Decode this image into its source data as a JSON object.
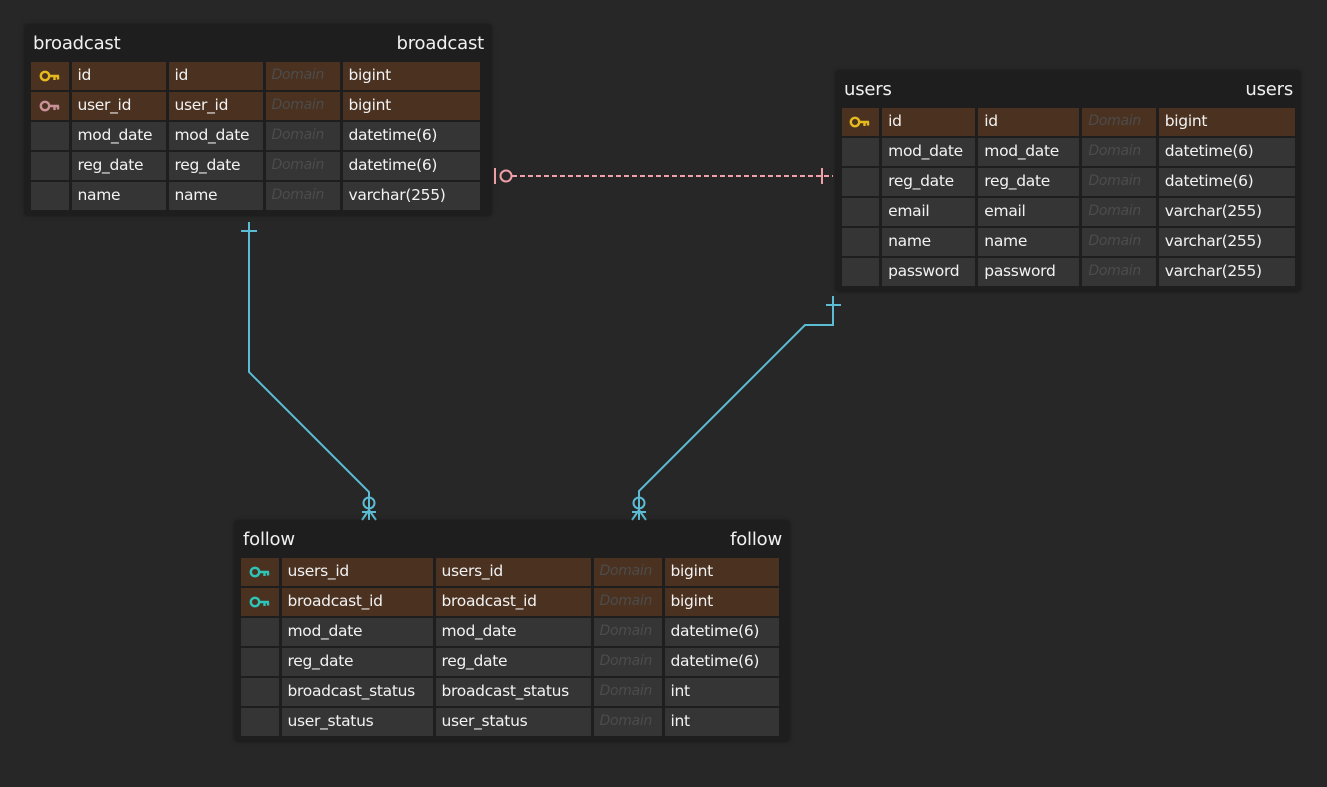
{
  "entities": {
    "broadcast": {
      "name": "broadcast",
      "physical_name": "broadcast",
      "columns": [
        {
          "logical": "id",
          "physical": "id",
          "domain": "Domain",
          "type": "bigint",
          "key": "pk"
        },
        {
          "logical": "user_id",
          "physical": "user_id",
          "domain": "Domain",
          "type": "bigint",
          "key": "fk"
        },
        {
          "logical": "mod_date",
          "physical": "mod_date",
          "domain": "Domain",
          "type": "datetime(6)",
          "key": ""
        },
        {
          "logical": "reg_date",
          "physical": "reg_date",
          "domain": "Domain",
          "type": "datetime(6)",
          "key": ""
        },
        {
          "logical": "name",
          "physical": "name",
          "domain": "Domain",
          "type": "varchar(255)",
          "key": ""
        }
      ]
    },
    "users": {
      "name": "users",
      "physical_name": "users",
      "columns": [
        {
          "logical": "id",
          "physical": "id",
          "domain": "Domain",
          "type": "bigint",
          "key": "pk"
        },
        {
          "logical": "mod_date",
          "physical": "mod_date",
          "domain": "Domain",
          "type": "datetime(6)",
          "key": ""
        },
        {
          "logical": "reg_date",
          "physical": "reg_date",
          "domain": "Domain",
          "type": "datetime(6)",
          "key": ""
        },
        {
          "logical": "email",
          "physical": "email",
          "domain": "Domain",
          "type": "varchar(255)",
          "key": ""
        },
        {
          "logical": "name",
          "physical": "name",
          "domain": "Domain",
          "type": "varchar(255)",
          "key": ""
        },
        {
          "logical": "password",
          "physical": "password",
          "domain": "Domain",
          "type": "varchar(255)",
          "key": ""
        }
      ]
    },
    "follow": {
      "name": "follow",
      "physical_name": "follow",
      "columns": [
        {
          "logical": "users_id",
          "physical": "users_id",
          "domain": "Domain",
          "type": "bigint",
          "key": "pfk"
        },
        {
          "logical": "broadcast_id",
          "physical": "broadcast_id",
          "domain": "Domain",
          "type": "bigint",
          "key": "pfk"
        },
        {
          "logical": "mod_date",
          "physical": "mod_date",
          "domain": "Domain",
          "type": "datetime(6)",
          "key": ""
        },
        {
          "logical": "reg_date",
          "physical": "reg_date",
          "domain": "Domain",
          "type": "datetime(6)",
          "key": ""
        },
        {
          "logical": "broadcast_status",
          "physical": "broadcast_status",
          "domain": "Domain",
          "type": "int",
          "key": ""
        },
        {
          "logical": "user_status",
          "physical": "user_status",
          "domain": "Domain",
          "type": "int",
          "key": ""
        }
      ]
    }
  },
  "relationships": [
    {
      "from": "broadcast",
      "to": "users",
      "from_end": "zero-or-one",
      "to_end": "one",
      "style": "dashed",
      "color": "#f0a0a8"
    },
    {
      "from": "broadcast",
      "to": "follow",
      "from_end": "one",
      "to_end": "zero-or-many",
      "style": "solid",
      "color": "#5bbcd3"
    },
    {
      "from": "users",
      "to": "follow",
      "from_end": "one",
      "to_end": "zero-or-many",
      "style": "solid",
      "color": "#5bbcd3"
    }
  ],
  "colors": {
    "background": "#272727",
    "pk_key": "#e6b91e",
    "fk_key": "#c99098",
    "pfk_key": "#2ec4b6",
    "key_row": "#4a3120"
  },
  "icons": {
    "pk": "primary-key-icon",
    "fk": "foreign-key-icon",
    "pfk": "primary-foreign-key-icon"
  }
}
